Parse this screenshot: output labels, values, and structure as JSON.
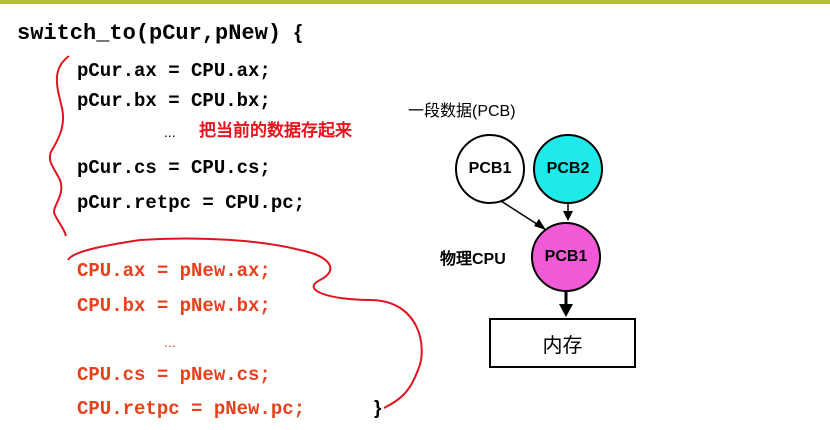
{
  "colors": {
    "rule": "#b5bd3c",
    "code_red": "#e8401c",
    "annotation": "#e8141e",
    "pcb2_fill": "#1eeaea",
    "cpu_pcb1_fill": "#f15ad7",
    "ink_red": "#e0141e"
  },
  "code": {
    "signature": "switch_to(pCur,pNew)",
    "open_brace": "{",
    "save_lines": [
      "pCur.ax = CPU.ax;",
      "pCur.bx = CPU.bx;",
      "pCur.cs = CPU.cs;",
      "pCur.retpc = CPU.pc;"
    ],
    "save_ellipsis": "...",
    "save_note": "把当前的数据存起来",
    "restore_lines": [
      "CPU.ax = pNew.ax;",
      "CPU.bx = pNew.bx;",
      "CPU.cs = pNew.cs;",
      "CPU.retpc = pNew.pc;"
    ],
    "restore_ellipsis": "...",
    "close_brace": "}"
  },
  "diagram": {
    "pcb_group_label": "一段数据(PCB)",
    "pcb1_label": "PCB1",
    "pcb2_label": "PCB2",
    "cpu_label": "物理CPU",
    "cpu_pcb_label": "PCB1",
    "memory_label": "内存"
  }
}
